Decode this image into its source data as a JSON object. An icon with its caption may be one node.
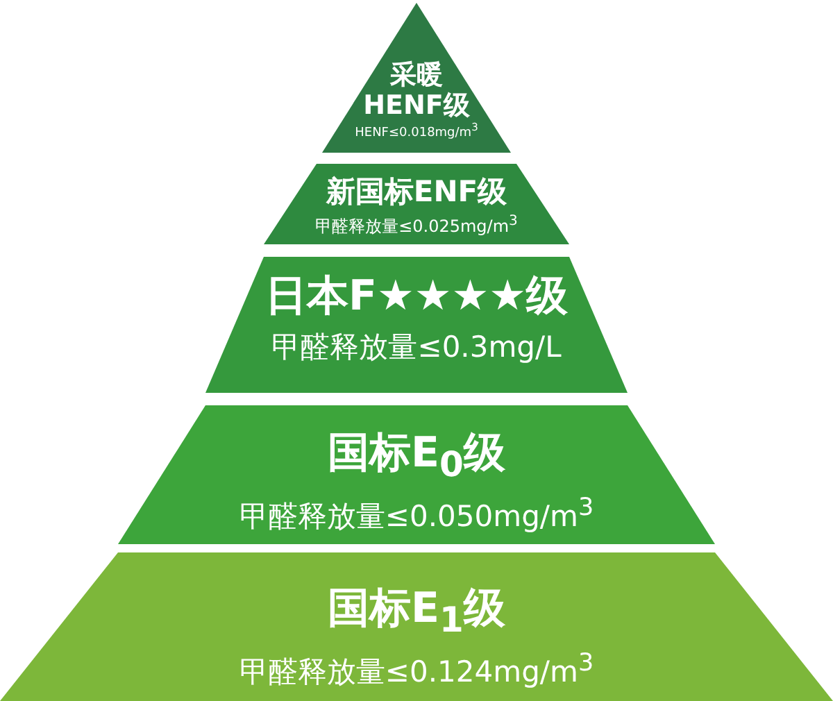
{
  "diagram": {
    "nodes": [
      {
        "text": [
          "采暖HENF级",
          "HENF≤0.018mg/m$^{3}$"
        ]
      },
      {
        "text": [
          "新国标ENF级",
          "甲醛释放量≤0.025mg/m$^{3}$"
        ]
      },
      {
        "text": [
          "日本F★★★★级",
          "甲醛释放量≤0.3mg/L"
        ]
      },
      {
        "text": [
          "国标E$_{0}$级",
          "甲醛释放量≤0.050mg/m$^{3}$"
        ]
      },
      {
        "text": [
          "国标E$_{1}$级",
          "甲醛释放量≤0.124mg/m$^{3}$"
        ]
      }
    ]
  }
}
